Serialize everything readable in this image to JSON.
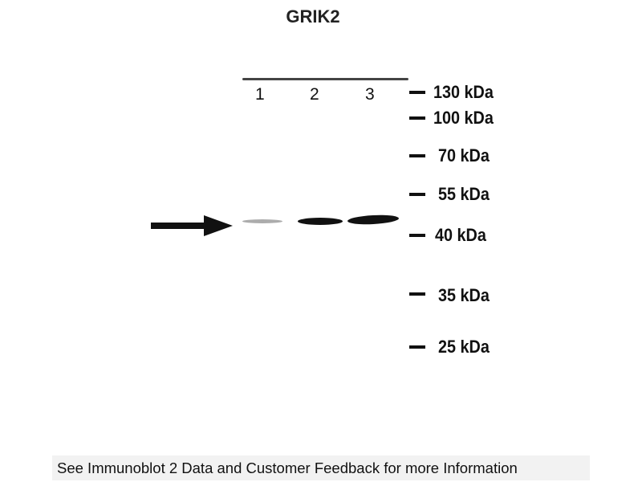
{
  "title": "GRIK2",
  "lanes": [
    "1",
    "2",
    "3"
  ],
  "markers": [
    "130 kDa",
    "100 kDa",
    "70 kDa",
    "55 kDa",
    "40 kDa",
    "35 kDa",
    "25 kDa"
  ],
  "footer": "See Immunoblot 2 Data and Customer Feedback for more Information"
}
